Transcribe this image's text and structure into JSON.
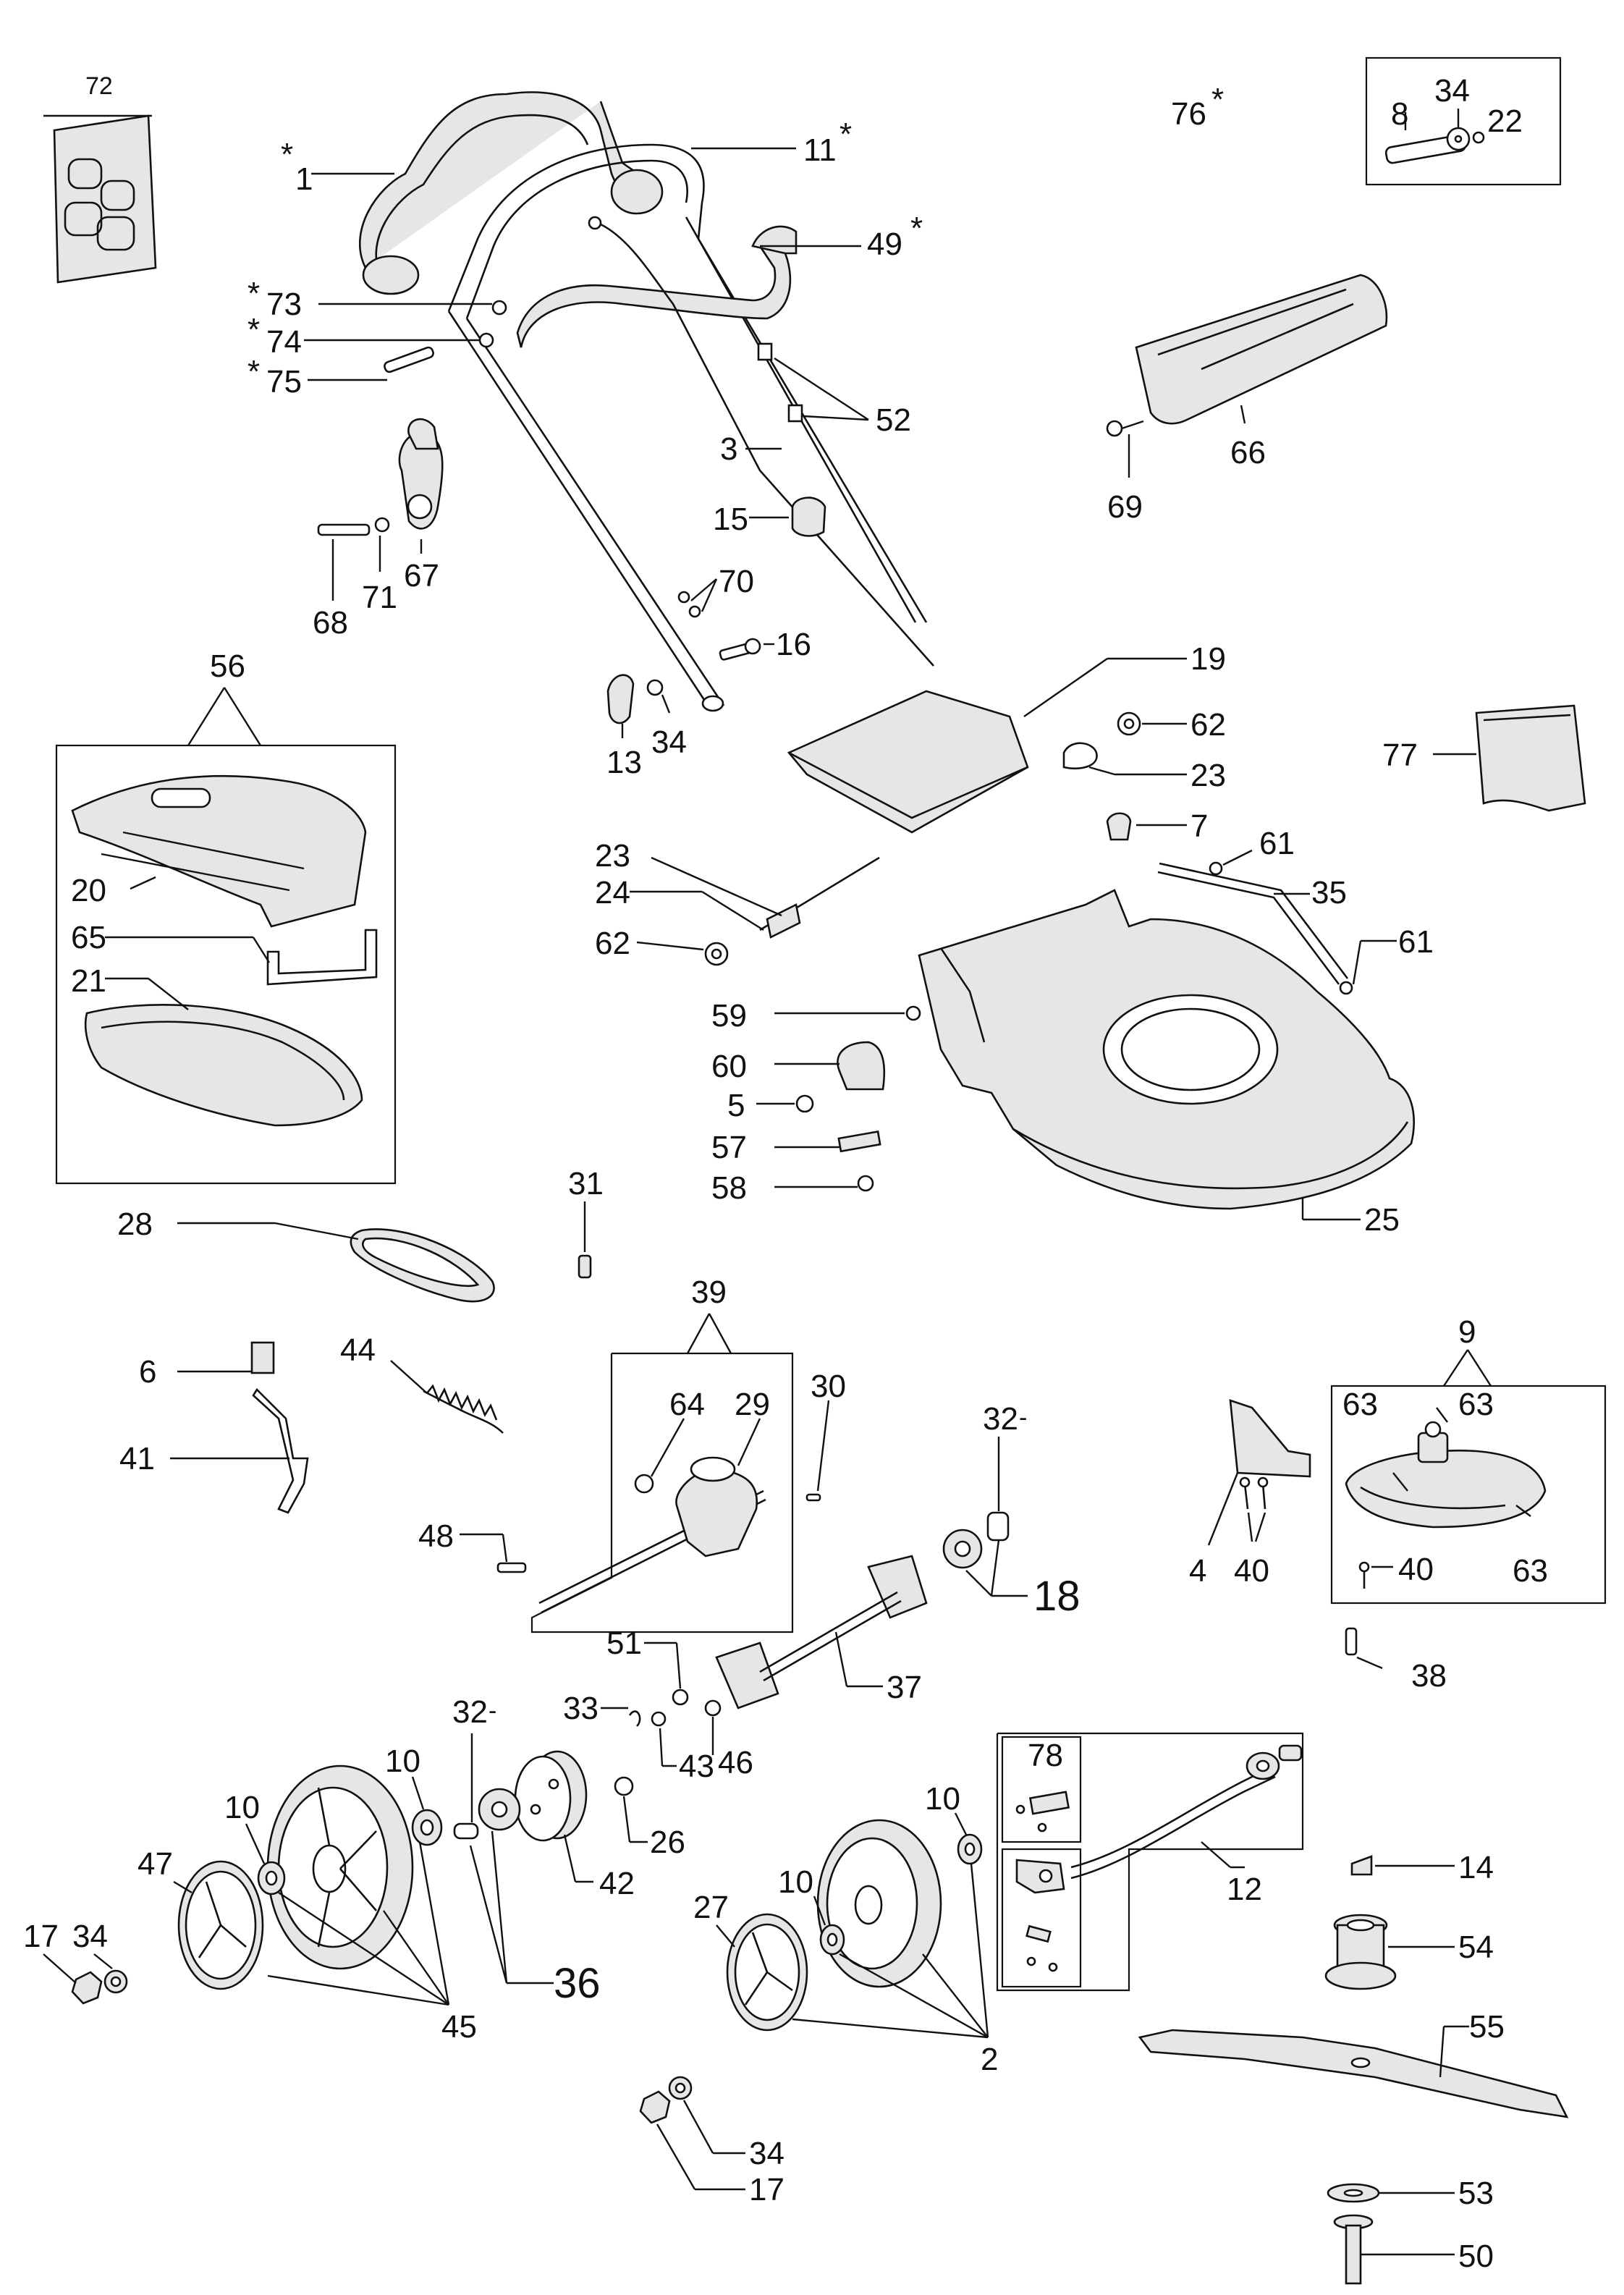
{
  "labels": {
    "l1": "1",
    "l2": "2",
    "l3": "3",
    "l4": "4",
    "l5": "5",
    "l6": "6",
    "l7": "7",
    "l8": "8",
    "l9": "9",
    "l10a": "10",
    "l10b": "10",
    "l10c": "10",
    "l10d": "10",
    "l11": "11",
    "l12": "12",
    "l13": "13",
    "l14": "14",
    "l15": "15",
    "l16": "16",
    "l17a": "17",
    "l17b": "17",
    "l18": "18",
    "l19": "19",
    "l20": "20",
    "l21": "21",
    "l22": "22",
    "l23a": "23",
    "l23b": "23",
    "l24": "24",
    "l25": "25",
    "l26": "26",
    "l27": "27",
    "l28": "28",
    "l29": "29",
    "l30": "30",
    "l31": "31",
    "l32a": "32",
    "l32b": "32",
    "l33": "33",
    "l34a": "34",
    "l34b": "34",
    "l34c": "34",
    "l34d": "34",
    "l35": "35",
    "l36": "36",
    "l37": "37",
    "l38": "38",
    "l39": "39",
    "l40a": "40",
    "l40b": "40",
    "l41": "41",
    "l42": "42",
    "l43": "43",
    "l44": "44",
    "l45": "45",
    "l46": "46",
    "l47": "47",
    "l48": "48",
    "l49": "49",
    "l50": "50",
    "l51": "51",
    "l52": "52",
    "l53": "53",
    "l54": "54",
    "l55": "55",
    "l56": "56",
    "l57": "57",
    "l58": "58",
    "l59": "59",
    "l60": "60",
    "l61a": "61",
    "l61b": "61",
    "l62a": "62",
    "l62b": "62",
    "l63a": "63",
    "l63b": "63",
    "l63c": "63",
    "l64": "64",
    "l65": "65",
    "l66": "66",
    "l67": "67",
    "l68": "68",
    "l69": "69",
    "l70": "70",
    "l71": "71",
    "l72": "72",
    "l73": "73",
    "l74": "74",
    "l75": "75",
    "l76": "76",
    "l77": "77",
    "l78": "78",
    "star": "*",
    "dash": "-"
  }
}
